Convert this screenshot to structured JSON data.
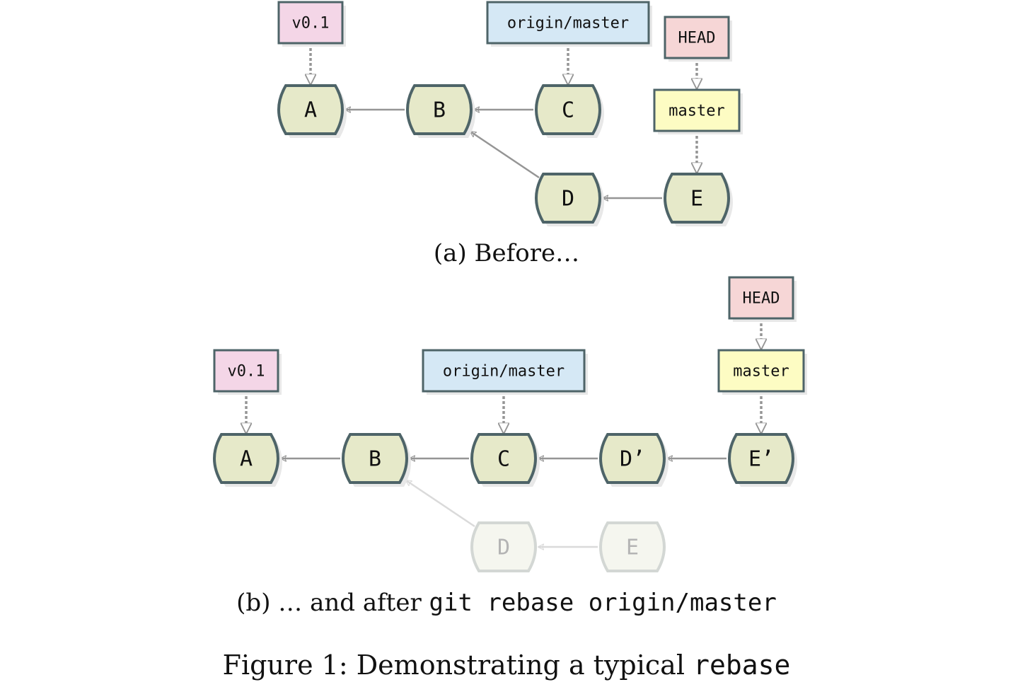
{
  "colors": {
    "commit_fill": "#e6e9c9",
    "commit_stroke": "#4e6468",
    "edge": "#959595",
    "faded_fill": "#f5f6ef",
    "faded_stroke": "#d3d7d4",
    "faded_text": "#b4b4b4",
    "faded_edge": "#dadada",
    "tag_fill": "#f4d6e7",
    "remote_fill": "#d5e8f5",
    "head_fill": "#f6d6d6",
    "branch_fill": "#fdfcc3",
    "shadow": "#e8e8e8"
  },
  "diagram_a": {
    "commits": [
      {
        "id": "A",
        "label": "A"
      },
      {
        "id": "B",
        "label": "B"
      },
      {
        "id": "C",
        "label": "C"
      },
      {
        "id": "D",
        "label": "D"
      },
      {
        "id": "E",
        "label": "E"
      }
    ],
    "refs": [
      {
        "id": "v01",
        "label": "v0.1",
        "kind": "tag"
      },
      {
        "id": "origin",
        "label": "origin/master",
        "kind": "remote"
      },
      {
        "id": "head",
        "label": "HEAD",
        "kind": "head"
      },
      {
        "id": "master",
        "label": "master",
        "kind": "branch"
      }
    ]
  },
  "diagram_b": {
    "commits": [
      {
        "id": "A",
        "label": "A"
      },
      {
        "id": "B",
        "label": "B"
      },
      {
        "id": "C",
        "label": "C"
      },
      {
        "id": "D2",
        "label": "D’"
      },
      {
        "id": "E2",
        "label": "E’"
      },
      {
        "id": "Dold",
        "label": "D"
      },
      {
        "id": "Eold",
        "label": "E"
      }
    ],
    "refs": [
      {
        "id": "v01",
        "label": "v0.1",
        "kind": "tag"
      },
      {
        "id": "origin",
        "label": "origin/master",
        "kind": "remote"
      },
      {
        "id": "head",
        "label": "HEAD",
        "kind": "head"
      },
      {
        "id": "master",
        "label": "master",
        "kind": "branch"
      }
    ]
  },
  "captions": {
    "a": "(a) Before…",
    "b_prefix": "(b) … and after",
    "b_command": "git rebase origin/master",
    "figure_prefix": "Figure 1: Demonstrating a typical",
    "figure_command": "rebase"
  }
}
